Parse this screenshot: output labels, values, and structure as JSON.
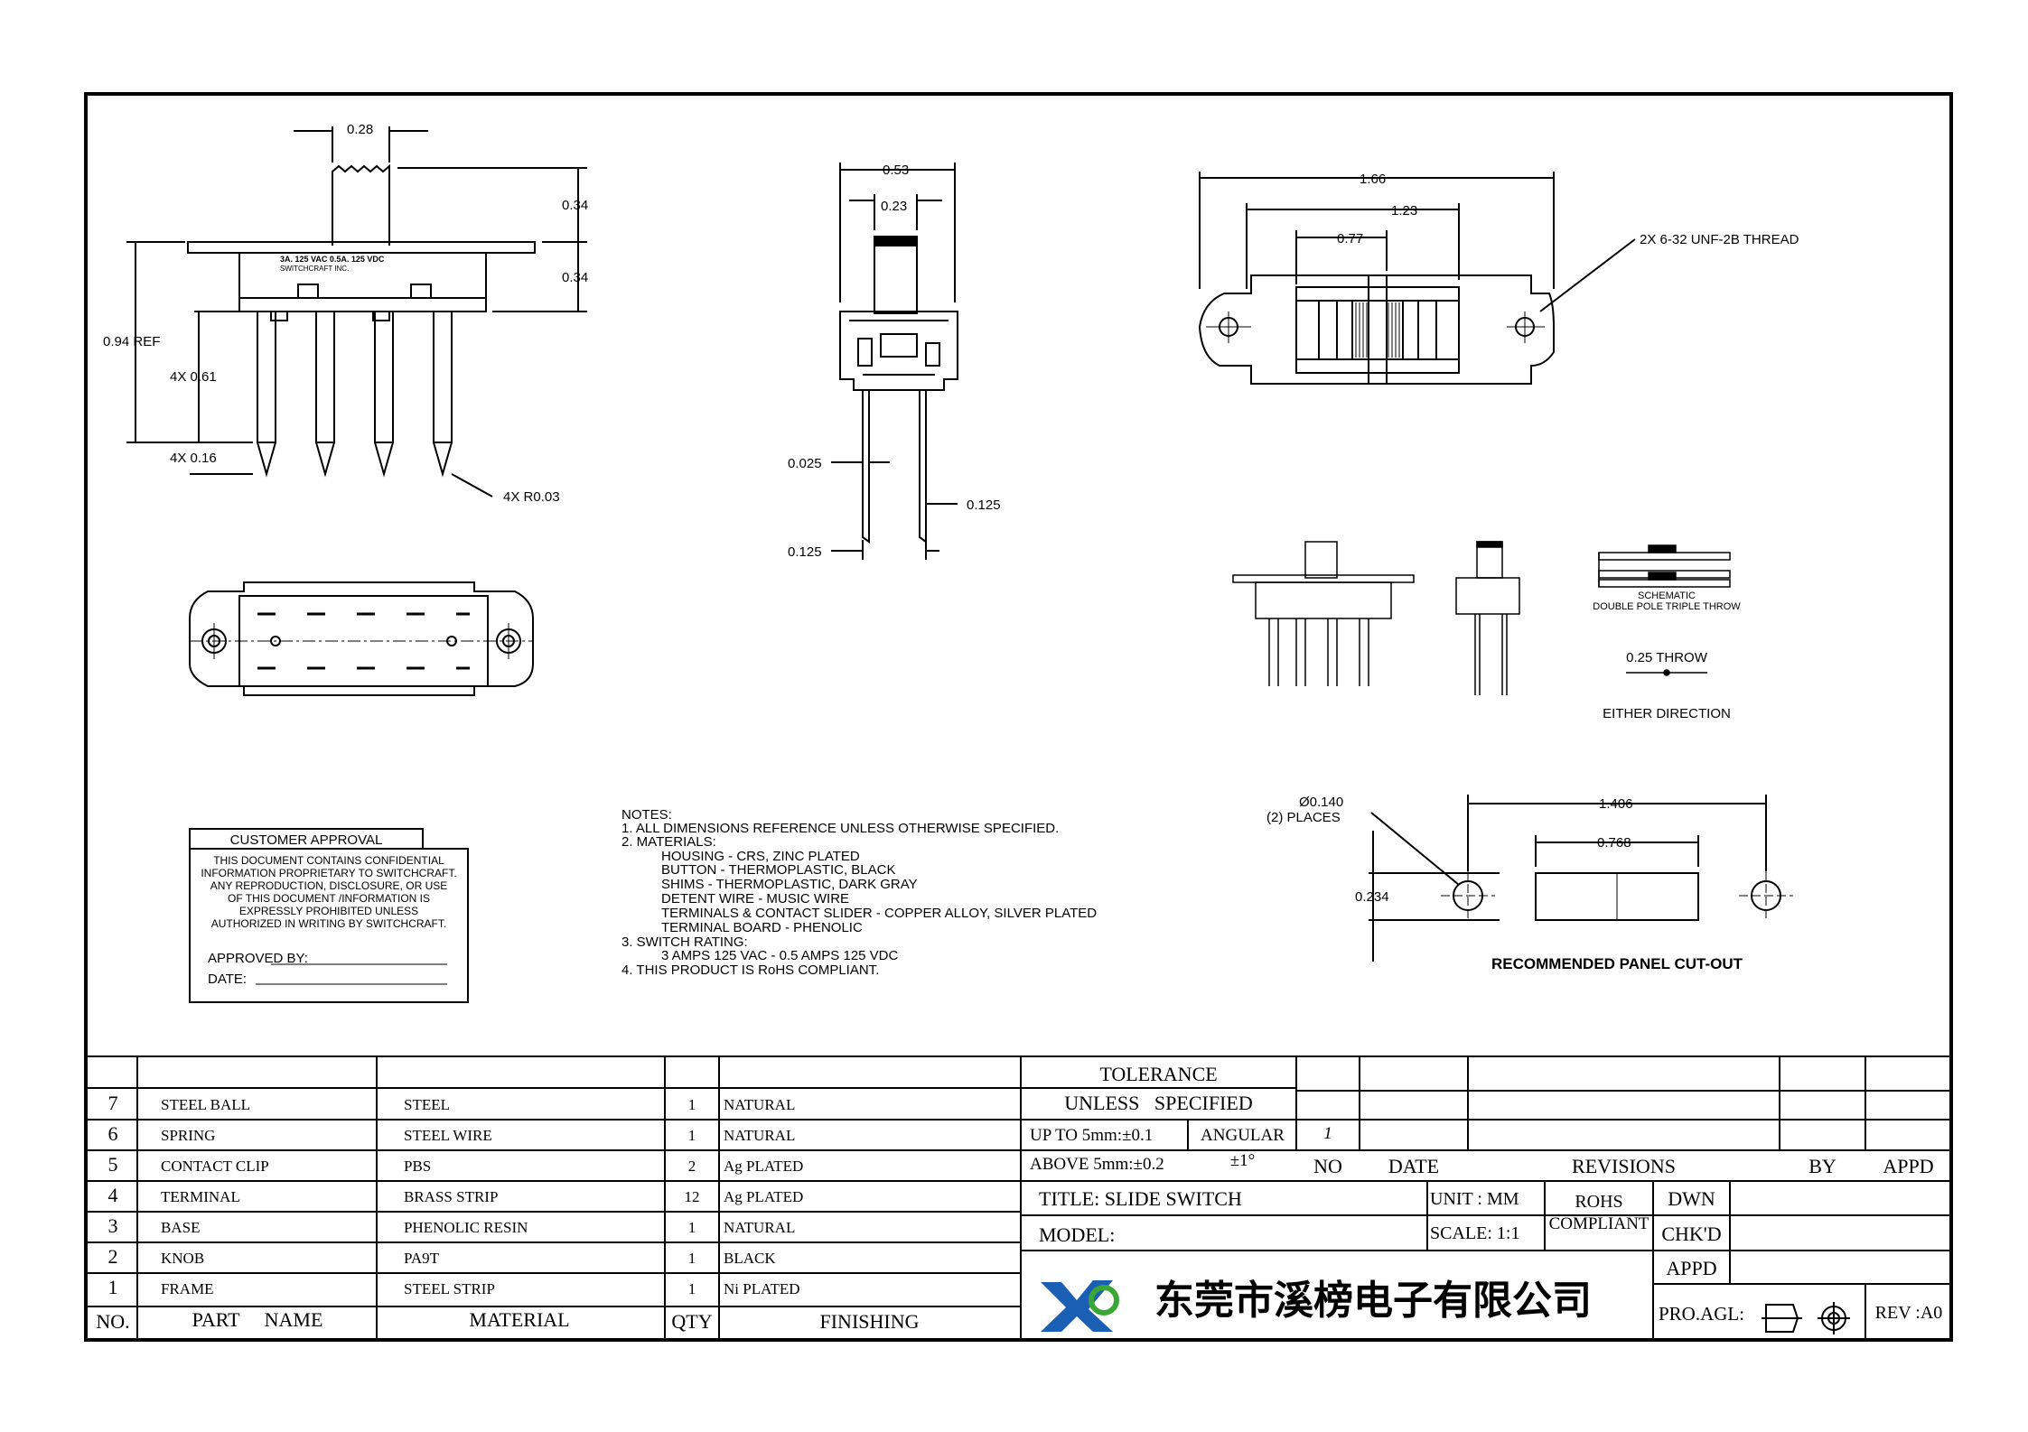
{
  "drawing": {
    "front_view": {
      "dims": {
        "knob_width": "0.28",
        "knob_height_1": "0.34",
        "knob_height_2": "0.34",
        "overall_ref": "0.94 REF",
        "terminal_len": "4X 0.61",
        "terminal_tip": "4X 0.16",
        "terminal_radius": "4X R0.03"
      },
      "body_text_1": "3A. 125 VAC 0.5A. 125 VDC",
      "body_text_2": "SWITCHCRAFT INC."
    },
    "side_view": {
      "dims": {
        "overall_width": "0.53",
        "knob_width": "0.23",
        "terminal_thk": "0.025",
        "terminal_gap": "0.125",
        "terminal_width": "0.125"
      }
    },
    "top_view": {
      "dims": {
        "overall_len": "1.66",
        "hole_spacing": "1.23",
        "slot_len": "0.77"
      },
      "thread_note": "2X 6-32 UNF-2B THREAD"
    },
    "schematic": {
      "title_1": "SCHEMATIC",
      "title_2": "DOUBLE POLE TRIPLE THROW",
      "throw": "0.25 THROW",
      "direction": "EITHER DIRECTION"
    },
    "cutout": {
      "hole_dia": "Ø0.140",
      "hole_qty": "(2) PLACES",
      "hole_spacing": "1.406",
      "slot_width": "0.768",
      "height": "0.234",
      "caption": "RECOMMENDED PANEL CUT-OUT"
    },
    "notes": [
      "NOTES:",
      "1.  ALL DIMENSIONS REFERENCE UNLESS OTHERWISE SPECIFIED.",
      "2.  MATERIALS:",
      "HOUSING - CRS, ZINC PLATED",
      "BUTTON - THERMOPLASTIC, BLACK",
      "SHIMS - THERMOPLASTIC, DARK GRAY",
      "DETENT WIRE - MUSIC WIRE",
      "TERMINALS & CONTACT SLIDER - COPPER ALLOY, SILVER PLATED",
      "TERMINAL BOARD - PHENOLIC",
      "3.  SWITCH RATING:",
      "3 AMPS 125 VAC - 0.5 AMPS 125 VDC",
      "4.  THIS PRODUCT IS RoHS COMPLIANT."
    ],
    "customer_approval": {
      "title": "CUSTOMER APPROVAL",
      "body": [
        "THIS DOCUMENT CONTAINS CONFIDENTIAL",
        "INFORMATION PROPRIETARY TO SWITCHCRAFT.",
        "ANY REPRODUCTION, DISCLOSURE, OR USE",
        "OF THIS DOCUMENT /INFORMATION IS",
        "EXPRESSLY PROHIBITED UNLESS",
        "AUTHORIZED IN WRITING BY SWITCHCRAFT."
      ],
      "approved_by": "APPROVED BY:",
      "date": "DATE:"
    }
  },
  "bom": {
    "rows": [
      {
        "no": "7",
        "part": "STEEL BALL",
        "material": "STEEL",
        "qty": "1",
        "finishing": "NATURAL"
      },
      {
        "no": "6",
        "part": "SPRING",
        "material": "STEEL WIRE",
        "qty": "1",
        "finishing": "NATURAL"
      },
      {
        "no": "5",
        "part": "CONTACT CLIP",
        "material": "PBS",
        "qty": "2",
        "finishing": "Ag PLATED"
      },
      {
        "no": "4",
        "part": "TERMINAL",
        "material": "BRASS STRIP",
        "qty": "12",
        "finishing": "Ag PLATED"
      },
      {
        "no": "3",
        "part": "BASE",
        "material": "PHENOLIC RESIN",
        "qty": "1",
        "finishing": "NATURAL"
      },
      {
        "no": "2",
        "part": "KNOB",
        "material": "PA9T",
        "qty": "1",
        "finishing": "BLACK"
      },
      {
        "no": "1",
        "part": "FRAME",
        "material": "STEEL STRIP",
        "qty": "1",
        "finishing": "Ni PLATED"
      }
    ],
    "headers": {
      "no": "NO.",
      "part": "PART     NAME",
      "material": "MATERIAL",
      "qty": "QTY",
      "finishing": "FINISHING"
    }
  },
  "titleblock": {
    "tolerance_1": "TOLERANCE",
    "tolerance_2": "UNLESS   SPECIFIED",
    "upto": "UP TO 5mm:±0.1",
    "above": "ABOVE 5mm:±0.2",
    "angular": "ANGULAR",
    "angular_val": "±1°",
    "rev_no_1": "1",
    "no": "NO",
    "date": "DATE",
    "revisions": "REVISIONS",
    "by": "BY",
    "appd": "APPD",
    "title": "TITLE: SLIDE SWITCH",
    "model": "MODEL:",
    "unit": "UNIT : MM",
    "scale": "SCALE: 1:1",
    "rohs_1": "ROHS",
    "rohs_2": "COMPLIANT",
    "dwn": "DWN",
    "chkd": "CHK'D",
    "appd2": "APPD",
    "company": "东莞市溪榜电子有限公司",
    "pro_agl": "PRO.AGL:",
    "rev": "REV :A0"
  },
  "colors": {
    "line": "#000000",
    "logo_blue": "#1a5fb4",
    "logo_green": "#3aa635"
  }
}
